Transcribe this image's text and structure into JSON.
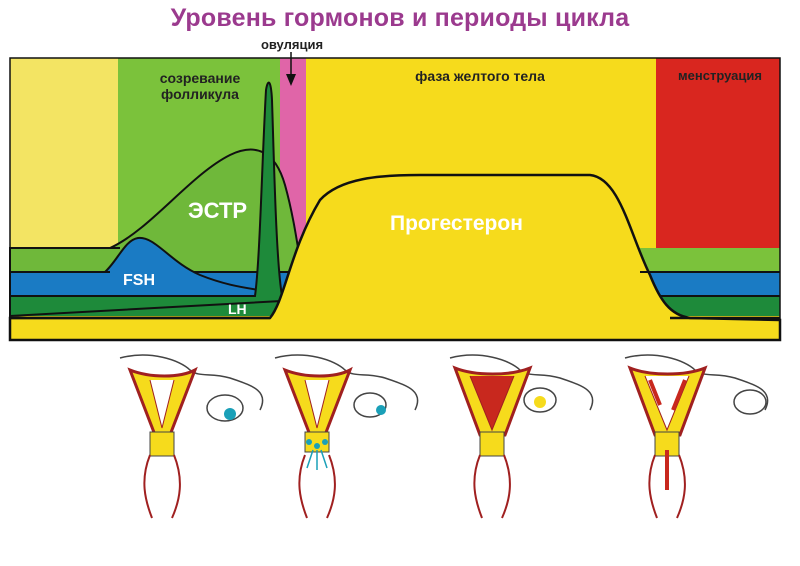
{
  "title": "Уровень гормонов и периоды цикла",
  "labels": {
    "ovulation": "овуляция",
    "follicle_line1": "созревание",
    "follicle_line2": "фолликула",
    "luteal": "фаза желтого тела",
    "menstruation": "менструация",
    "estrogen": "ЭСТР",
    "progesterone": "Прогестерон",
    "fsh": "FSH",
    "lh": "LH"
  },
  "colors": {
    "title": "#9b3a8e",
    "pale_yellow": "#f3e463",
    "follicular_green": "#7bc23b",
    "ovulation_pink": "#e065a8",
    "luteal_yellow": "#f6db1c",
    "menstruation_red": "#d9261f",
    "fsh_blue": "#1a7bc4",
    "lh_green": "#1e8a3a",
    "estrogen_green": "#6fb83a"
  },
  "illustrations": [
    {
      "phase": "follicular",
      "egg": "blue"
    },
    {
      "phase": "ovulation",
      "egg": "blue-released"
    },
    {
      "phase": "luteal",
      "egg": "yellow"
    },
    {
      "phase": "menstruation",
      "egg": "none"
    }
  ]
}
